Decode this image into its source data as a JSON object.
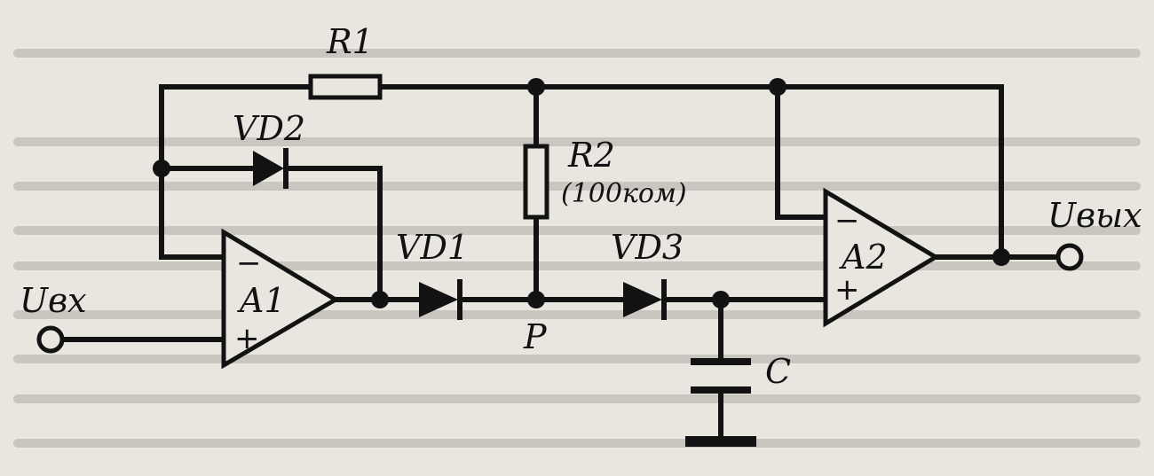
{
  "diagram": {
    "labels": {
      "r1": "R1",
      "r2": "R2",
      "r2_value": "(100ком)",
      "vd1": "VD1",
      "vd2": "VD2",
      "vd3": "VD3",
      "a1": "A1",
      "a2": "A2",
      "node_p": "P",
      "cap": "C",
      "input": "Uвх",
      "output": "Uвых",
      "minus": "−",
      "plus": "+"
    },
    "colors": {
      "ink": "#121212",
      "paper": "#e9e6e0"
    }
  }
}
